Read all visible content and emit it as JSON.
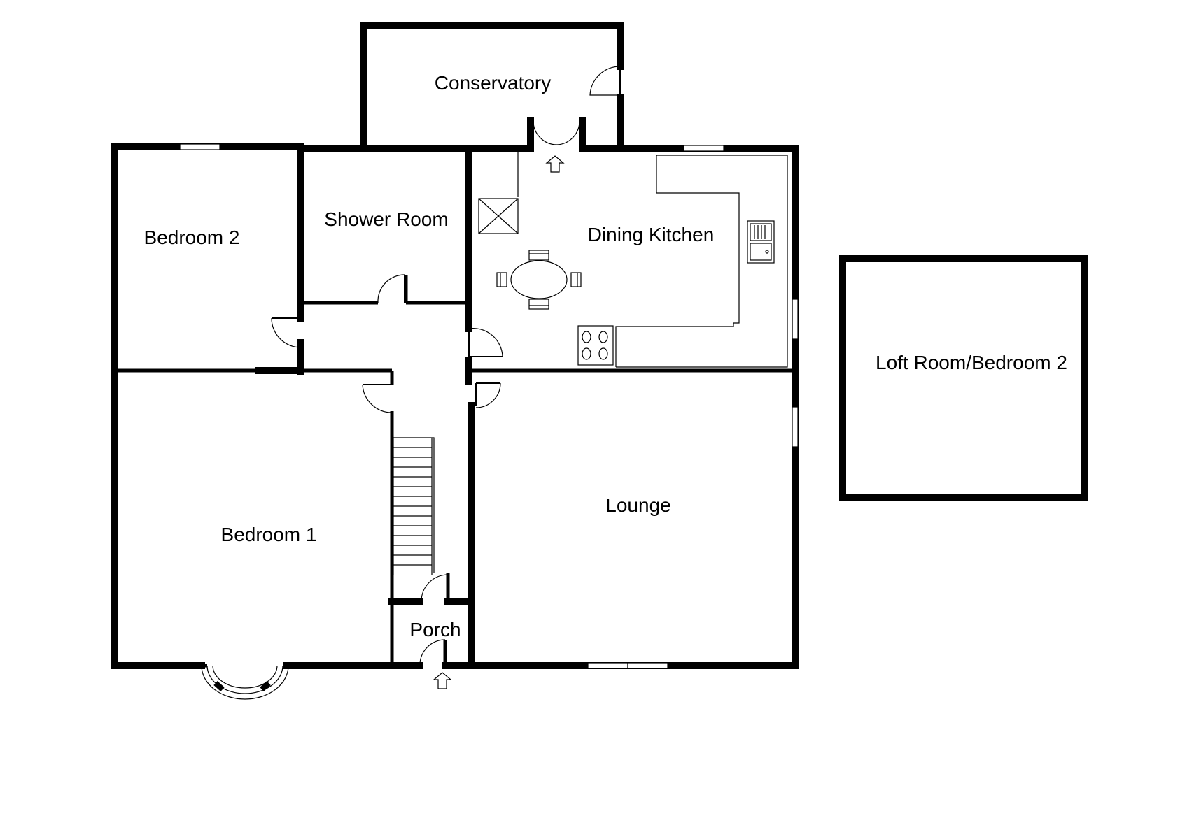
{
  "rooms": {
    "conservatory": "Conservatory",
    "shower_room": "Shower Room",
    "bedroom_2": "Bedroom 2",
    "dining_kitchen": "Dining Kitchen",
    "loft_room": "Loft Room/Bedroom 2",
    "bedroom_1": "Bedroom 1",
    "lounge": "Lounge",
    "porch": "Porch"
  },
  "colors": {
    "wall": "#000000",
    "background": "#ffffff"
  },
  "icons": [
    "entrance-arrow-icon",
    "door-icon",
    "window-icon",
    "stairs-icon",
    "table-icon",
    "sink-icon",
    "hob-icon"
  ]
}
